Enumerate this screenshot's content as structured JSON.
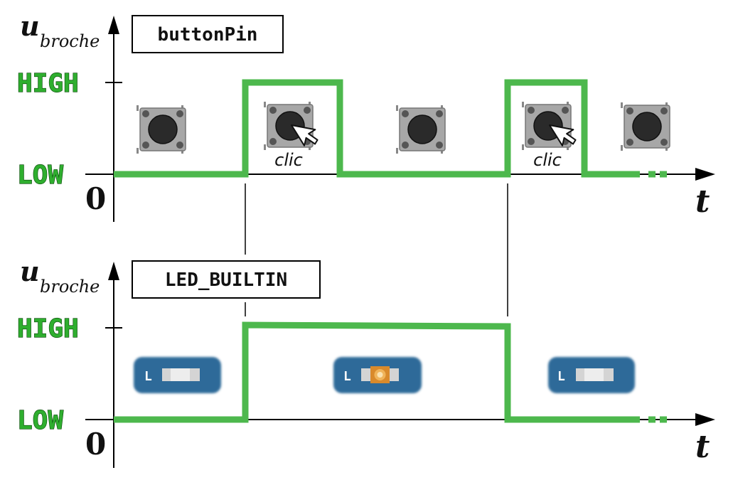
{
  "top_panel": {
    "axis_var": "u",
    "axis_sub": "broche",
    "signal_name": "buttonPin",
    "level_high": "HIGH",
    "level_low": "LOW",
    "origin": "0",
    "time_var": "t",
    "click_label_1": "clic",
    "click_label_2": "clic"
  },
  "bottom_panel": {
    "axis_var": "u",
    "axis_sub": "broche",
    "signal_name": "LED_BUILTIN",
    "level_high": "HIGH",
    "level_low": "LOW",
    "origin": "0",
    "time_var": "t",
    "led_label_1": "L",
    "led_label_2": "L",
    "led_label_3": "L"
  },
  "colors": {
    "signal": "#4db84d",
    "level_text": "#2fae2f",
    "led_board": "#2f6a99",
    "led_on": "#d98a2b",
    "button_body": "#9a9a9a"
  }
}
